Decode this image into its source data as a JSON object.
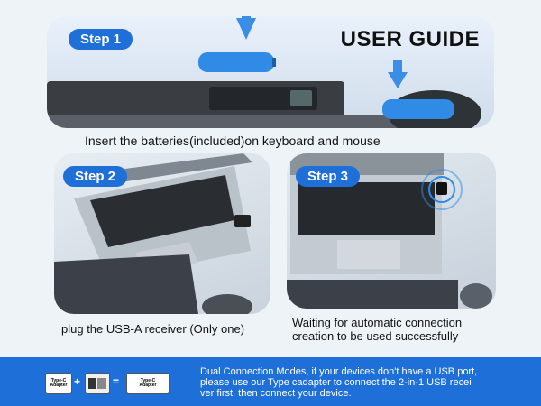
{
  "title": "USER GUIDE",
  "steps": [
    {
      "label": "Step 1",
      "caption": "Insert the batteries(included)on keyboard and mouse"
    },
    {
      "label": "Step 2",
      "caption": "plug the USB-A receiver (Only one)"
    },
    {
      "label": "Step 3",
      "caption_line1": "Waiting for automatic connection",
      "caption_line2": "creation to be used successfully"
    }
  ],
  "banner": {
    "line1": "Dual Connection Modes, if your devices don't have a USB port,",
    "line2": "please use our Type cadapter to connect the 2-in-1 USB recei",
    "line3": "ver first, then connect your device.",
    "adapter_label_1": "Type-C",
    "adapter_label_2": "Adapter",
    "plus": "+",
    "equals": "="
  },
  "colors": {
    "accent": "#1f6fd8",
    "battery": "#2f8be6",
    "arrow": "#3b8ee8"
  }
}
